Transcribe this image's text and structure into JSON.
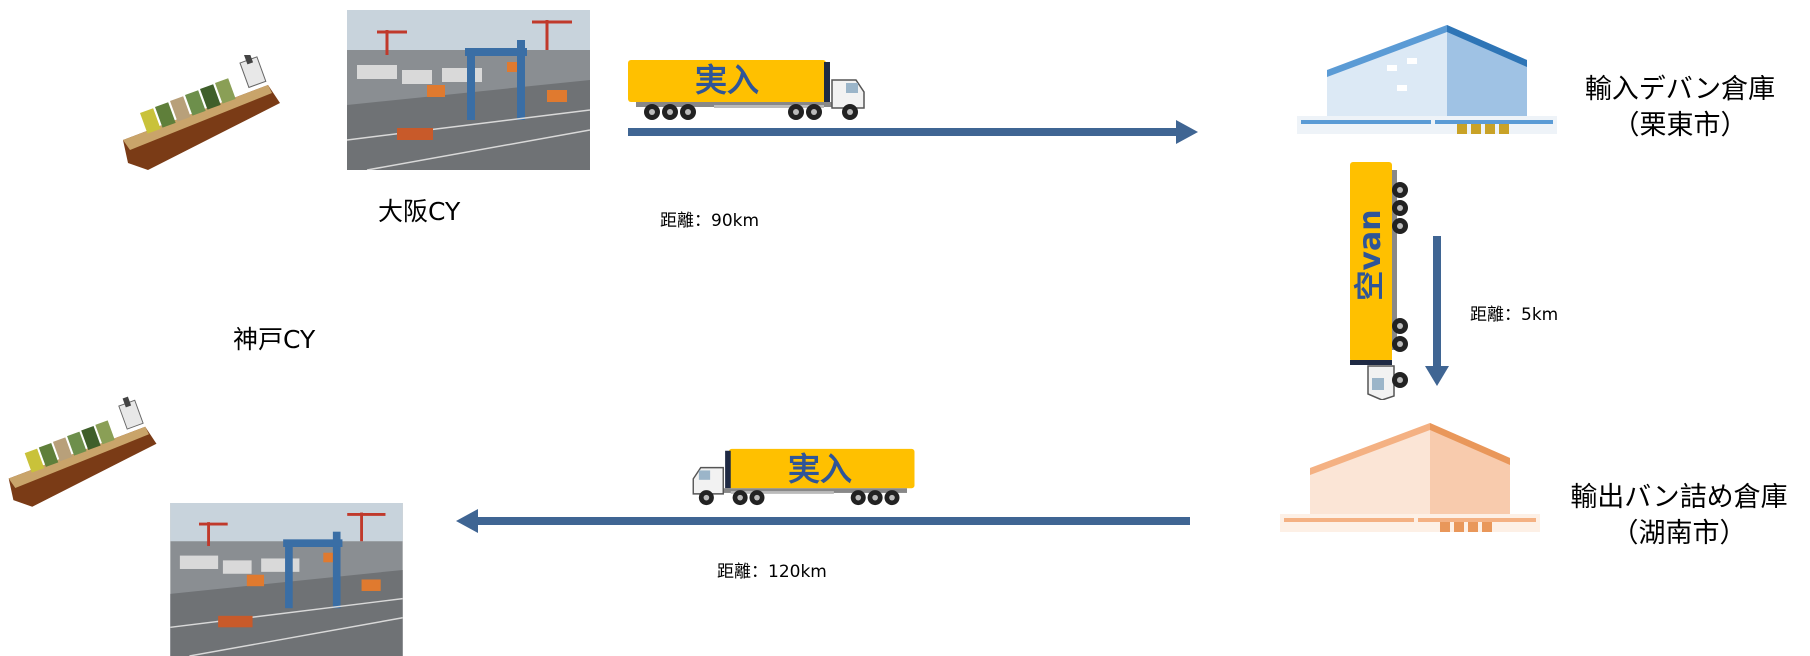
{
  "labels": {
    "osaka_cy": "大阪CY",
    "kobe_cy": "神戸CY"
  },
  "warehouses": {
    "import": {
      "name": "輸入デバン倉庫",
      "city": "（栗東市）",
      "color": "#5b9bd5"
    },
    "export": {
      "name": "輸出バン詰め倉庫",
      "city": "（湖南市）",
      "color": "#f4b183"
    }
  },
  "trucks": {
    "top": {
      "label": "実入"
    },
    "right": {
      "label": "空van"
    },
    "bottom": {
      "label": "実入"
    }
  },
  "distances": {
    "top": "距離：90km",
    "right": "距離：5km",
    "bottom": "距離：120km"
  },
  "colors": {
    "arrow": "#3f6593",
    "trailer": "#ffc000",
    "trailer_text": "#2f5597"
  }
}
